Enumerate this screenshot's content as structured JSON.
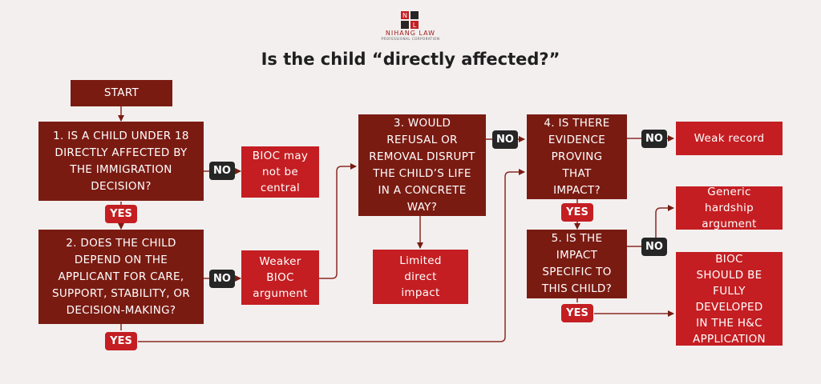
{
  "brand": {
    "name": "NIHANG LAW",
    "sub": "PROFESSIONAL CORPORATION",
    "mark_letters": [
      "N",
      "L"
    ]
  },
  "title": "Is the child “directly affected?”",
  "nodes": {
    "start": "START",
    "q1": "1. Is a child under 18 directly affected by the immigration decision?",
    "q2": "2. Does the child depend on the applicant for care, support, stability, or decision-making?",
    "q3": "3. Would refusal or removal disrupt the child’s life in a concrete way?",
    "q4": "4. Is there evidence proving that impact?",
    "q5": "5. Is the impact specific to this child?",
    "r_bioc_not_central": "BIOC may not be central",
    "r_weaker_bioc": "Weaker BIOC argument",
    "r_limited_impact": "Limited direct impact",
    "r_weak_record": "Weak record",
    "r_generic_hardship": "Generic hardship argument",
    "r_fully_developed": "BIOC SHOULD BE FULLY DEVELOPED IN THE H&C APPLICATION"
  },
  "labels": {
    "no": "NO",
    "yes": "YES"
  },
  "colors": {
    "question_box": "#7a1b12",
    "result_box": "#c41e22",
    "no_tag": "#262626",
    "yes_tag": "#c41e22",
    "background": "#f3efef"
  }
}
